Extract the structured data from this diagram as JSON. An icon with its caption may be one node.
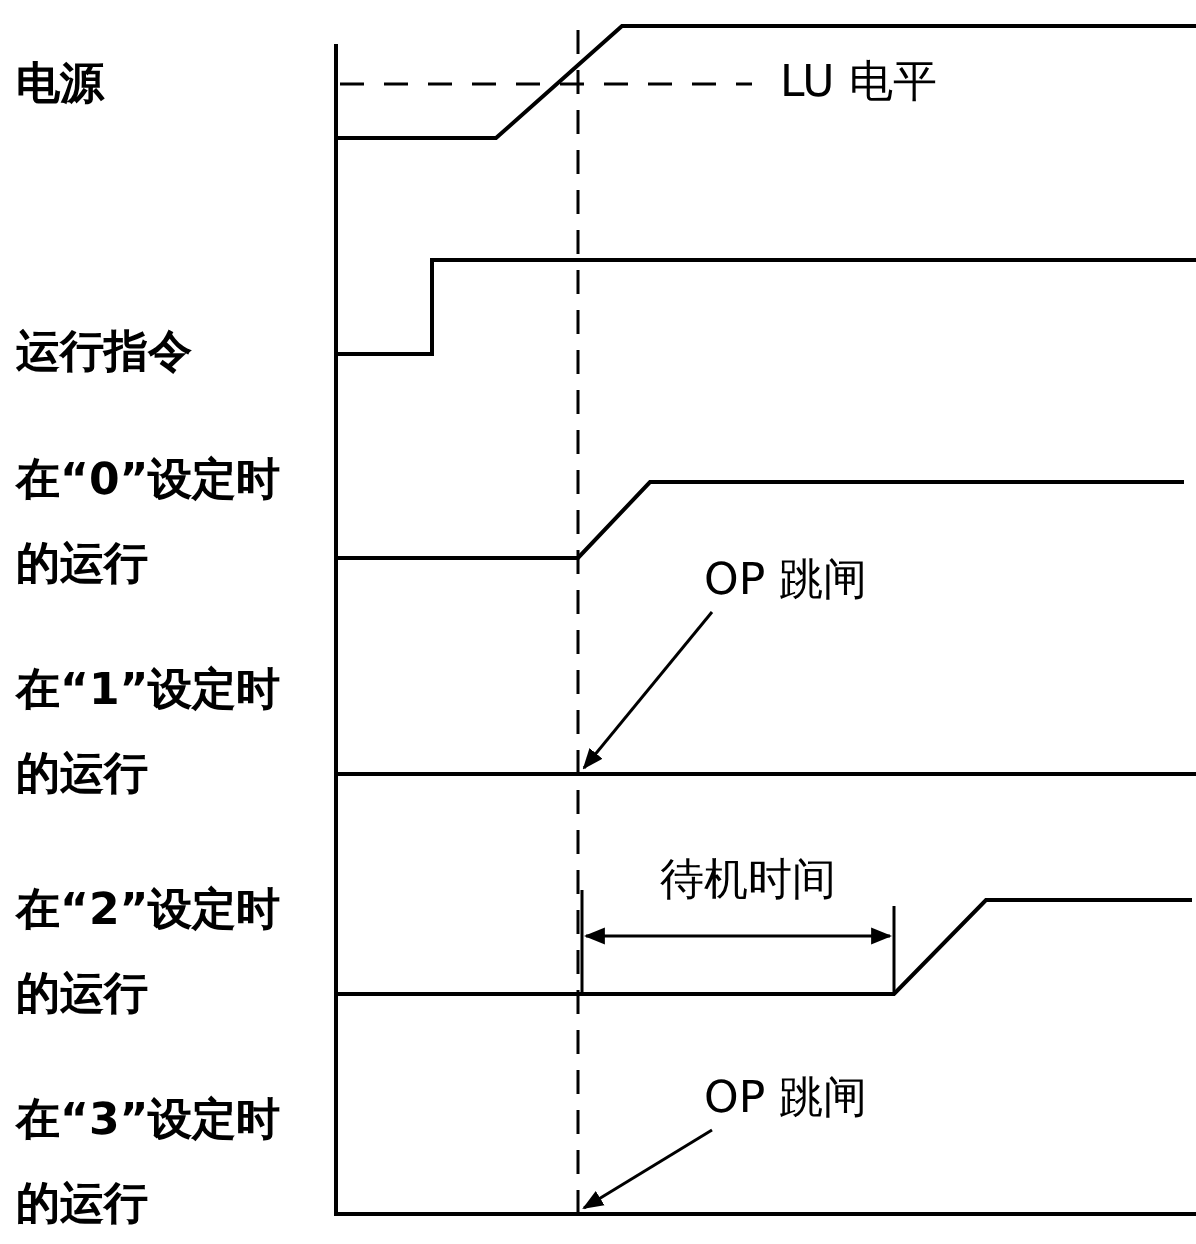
{
  "diagram": {
    "nodes": [
      {
        "text": [
          "OP 跳闸"
        ]
      },
      {
        "text": [
          "OP 跳闸"
        ]
      }
    ],
    "edges": [
      {
        "from": 0,
        "to": null,
        "arrow": "to"
      },
      {
        "from": 1,
        "to": null,
        "arrow": "to"
      }
    ],
    "labels": [
      "电源",
      "LU 电平",
      "运行指令",
      "在“0”设定时的运行",
      "在“1”设定时的运行",
      "待机时间",
      "在“2”设定时的运行",
      "在“3”设定时的运行"
    ]
  }
}
